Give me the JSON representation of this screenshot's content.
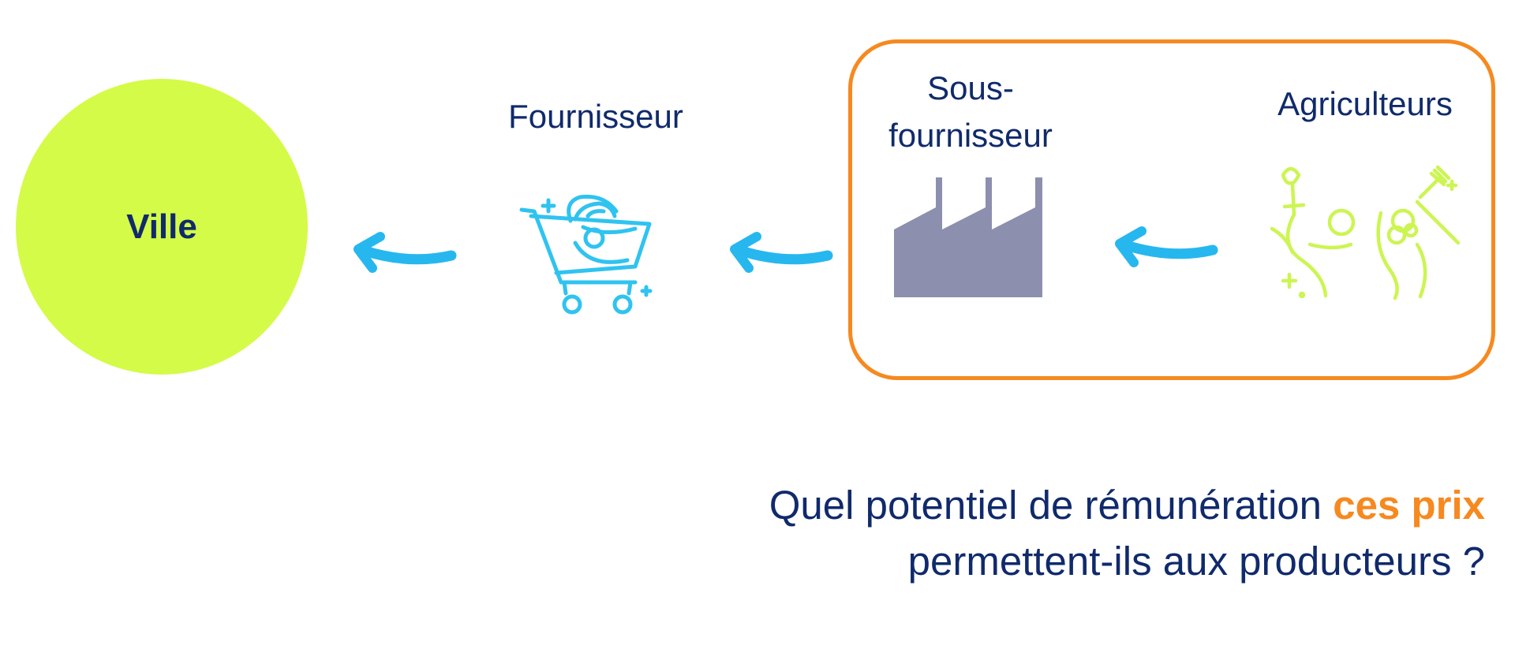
{
  "nodes": {
    "ville": {
      "label": "Ville"
    },
    "fournisseur": {
      "label": "Fournisseur"
    },
    "sous_fournisseur": {
      "label_line1": "Sous-",
      "label_line2": "fournisseur"
    },
    "agriculteurs": {
      "label": "Agriculteurs"
    }
  },
  "question": {
    "part1": "Quel potentiel de rémunération ",
    "highlight": "ces prix",
    "part2": "permettent-ils aux producteurs ?"
  },
  "icons": {
    "fournisseur": "shopping-cart-icon",
    "sous_fournisseur": "factory-icon",
    "agriculteurs": "farmers-icon",
    "arrows": "curved-arrow-left-icon"
  },
  "colors": {
    "ville_circle": "#d4fb47",
    "frame": "#f6891f",
    "arrow": "#27b7ef",
    "cart": "#2fc3f0",
    "factory": "#8c8fae",
    "farmers": "#ccf552",
    "text": "#102a6b",
    "highlight": "#f6891f"
  }
}
